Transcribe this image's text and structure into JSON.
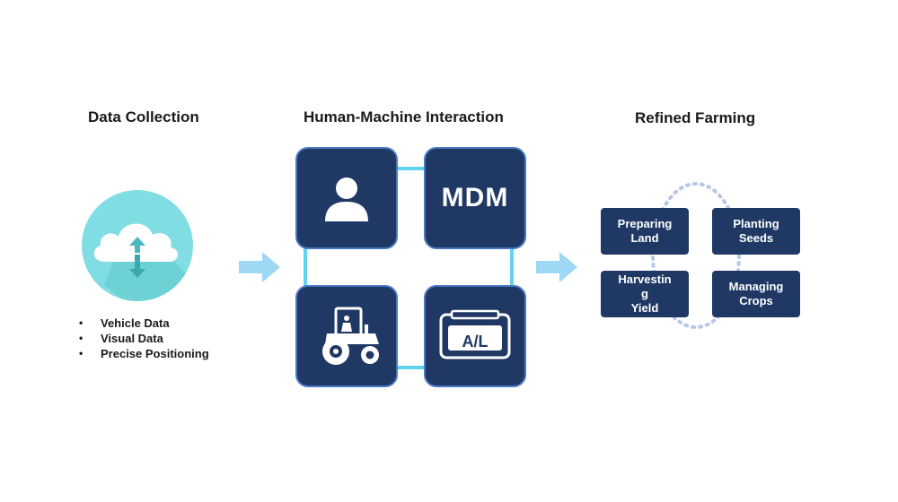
{
  "columns": {
    "data_collection": {
      "title": "Data Collection",
      "bullets": [
        "Vehicle Data",
        "Visual Data",
        "Precise Positioning"
      ],
      "icon": "cloud-upload-download-icon"
    },
    "hmi": {
      "title": "Human-Machine Interaction",
      "tiles": {
        "person": "person-icon",
        "mdm_label": "MDM",
        "tractor": "tractor-icon",
        "al_label": "A/L"
      }
    },
    "refined_farming": {
      "title": "Refined Farming",
      "stages": {
        "preparing": [
          "Preparing",
          "Land"
        ],
        "planting": [
          "Planting",
          "Seeds"
        ],
        "harvesting": [
          "Harvestin",
          "g",
          "Yield"
        ],
        "managing": [
          "Managing",
          "Crops"
        ]
      }
    }
  },
  "colors": {
    "tile_fill": "#1f3864",
    "tile_border": "#4a78c2",
    "ring": "#5fd3f0",
    "arrow": "#9fd8f5",
    "cloud_circle": "#7fdde3",
    "dotted_cycle": "#b7c7e6"
  }
}
